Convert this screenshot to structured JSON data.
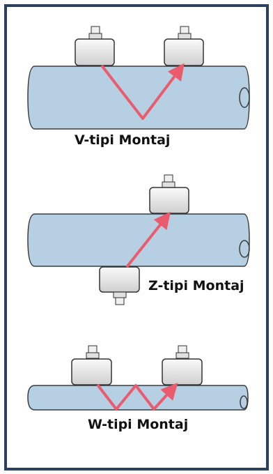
{
  "diagram": {
    "mounts": [
      {
        "id": "v",
        "label": "V-tipi Montaj"
      },
      {
        "id": "z",
        "label": "Z-tipi Montaj"
      },
      {
        "id": "w",
        "label": "W-tipi Montaj"
      }
    ]
  },
  "colors": {
    "frame": "#2b3f5f",
    "pipe": "#b7cfe3",
    "pipe_stroke": "#3b3b3b",
    "transducer": "#e8e8e8",
    "signal_path": "#ea5b6d"
  }
}
